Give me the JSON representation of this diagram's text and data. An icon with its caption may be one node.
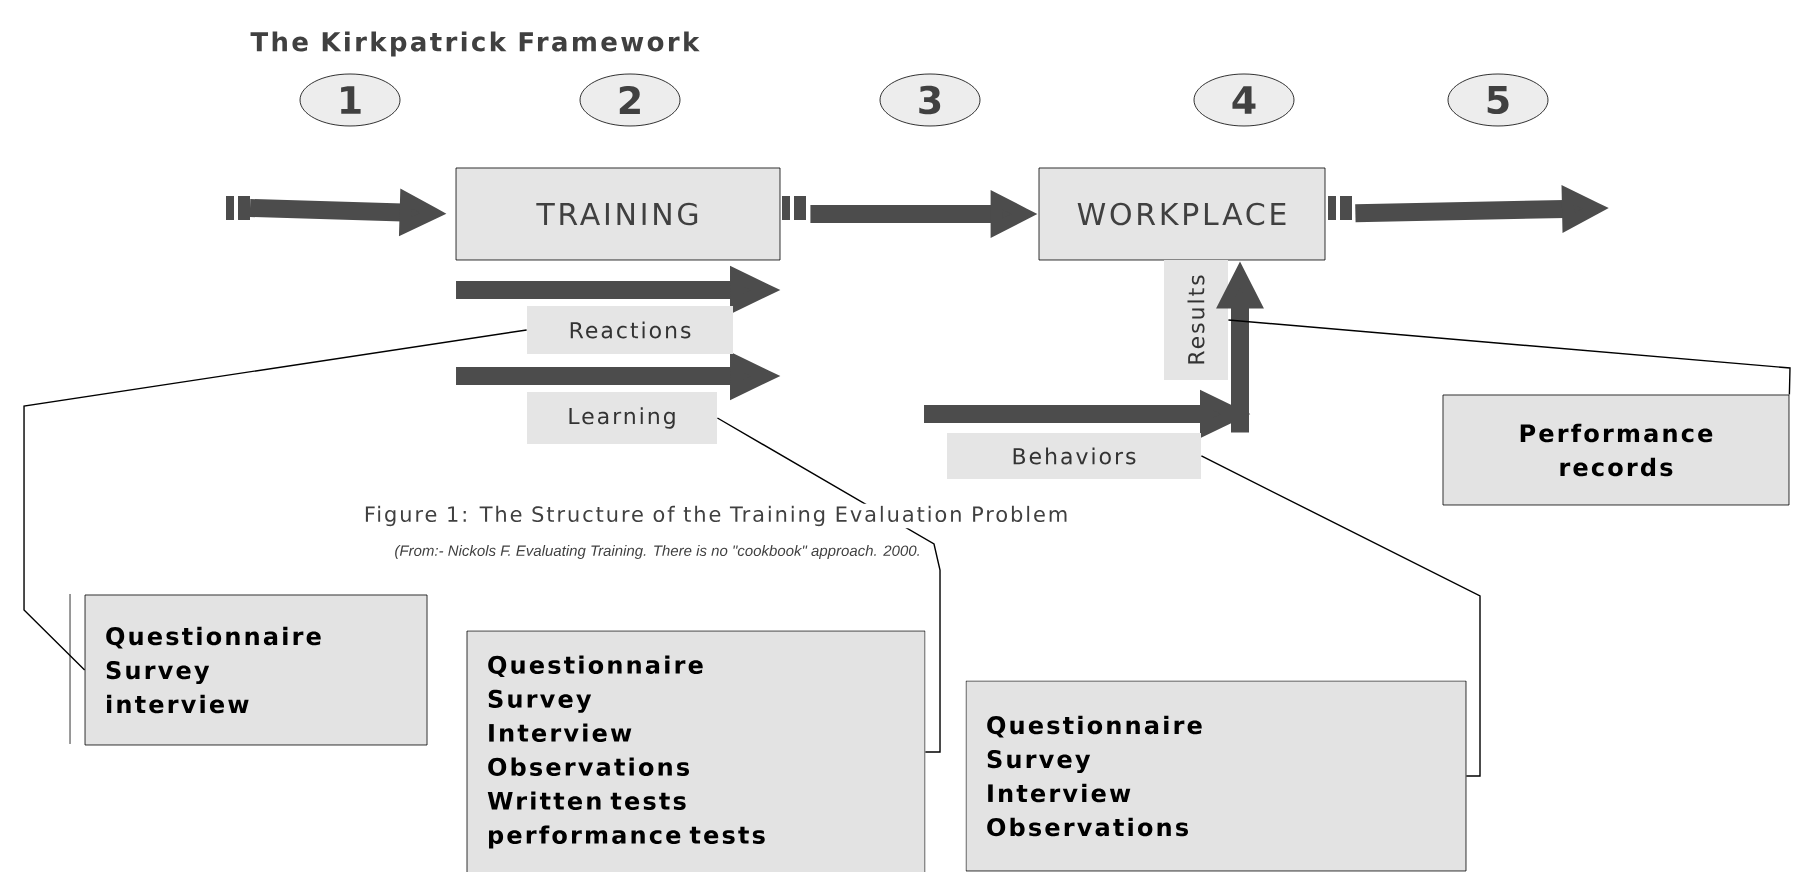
{
  "diagram": {
    "title": "The Kirkpatrick Framework",
    "caption": "Figure 1: The Structure of the Training Evaluation Problem",
    "nodes": [
      {
        "text": [
          "1"
        ]
      },
      {
        "text": [
          "2"
        ]
      },
      {
        "text": [
          "3"
        ]
      },
      {
        "text": [
          "4"
        ]
      },
      {
        "text": [
          "5"
        ]
      },
      {
        "text": [
          "TRAINING"
        ]
      },
      {
        "text": [
          "WORKPLACE"
        ]
      },
      {
        "text": [
          "Reactions"
        ]
      },
      {
        "text": [
          "Learning"
        ]
      },
      {
        "text": [
          "Behaviors"
        ]
      },
      {
        "text": [
          "Results"
        ]
      },
      {
        "text": [
          "Performance records"
        ]
      },
      {
        "text": [
          "Questionnaire",
          "Survey",
          "interview"
        ]
      },
      {
        "text": [
          "Questionnaire",
          "Survey",
          "Interview",
          "Observations",
          "Written tests",
          "performance tests"
        ]
      },
      {
        "text": [
          "Questionnaire",
          "Survey",
          "Interview",
          "Observations"
        ]
      }
    ],
    "edges": [
      {
        "from": null,
        "to": 5,
        "arrow": "to",
        "style": "thick"
      },
      {
        "from": 5,
        "to": 6,
        "arrow": "to",
        "style": "thick"
      },
      {
        "from": 6,
        "to": null,
        "arrow": "to",
        "style": "thick"
      },
      {
        "from": 9,
        "to": 6,
        "arrow": "to",
        "style": "thick"
      },
      {
        "from": 7,
        "to": 12,
        "arrow": "none"
      },
      {
        "from": 8,
        "to": 13,
        "arrow": "none"
      },
      {
        "from": 9,
        "to": 14,
        "arrow": "none"
      },
      {
        "from": 10,
        "to": 11,
        "arrow": "none"
      }
    ],
    "labels": [
      "(From:- Nickols F. Evaluating Training. There is no \"cookbook\" approach. 2000."
    ]
  }
}
